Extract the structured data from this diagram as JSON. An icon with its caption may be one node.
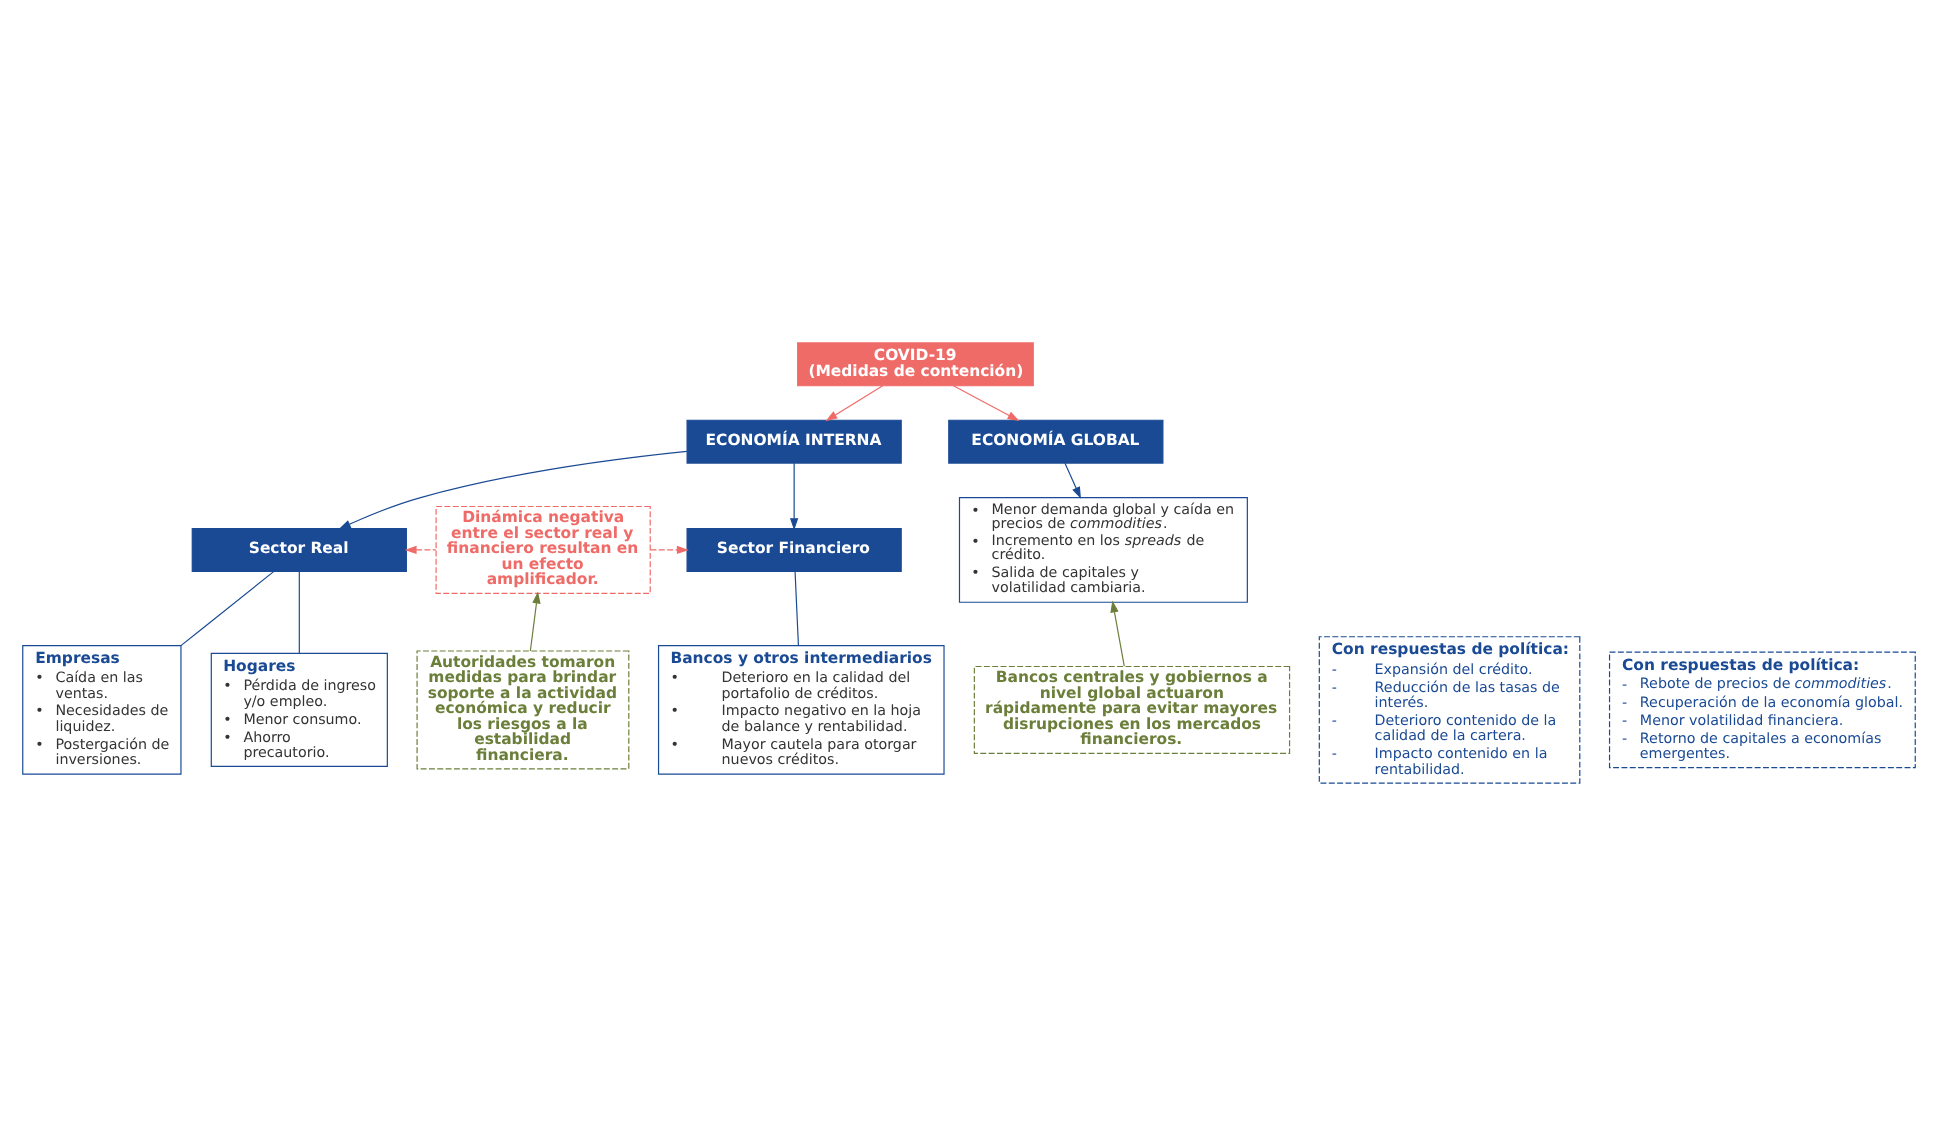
{
  "diagram": {
    "nodes": [
      {
        "text": [
          "COVID-19 (Medidas de contención)"
        ]
      },
      {
        "text": [
          "ECONOMÍA INTERNA"
        ]
      },
      {
        "text": [
          "ECONOMÍA GLOBAL"
        ]
      },
      {
        "text": [
          "Sector Real"
        ]
      },
      {
        "text": [
          "Hogares",
          "• Pérdida de ingreso y/o empleo.",
          "• Menor consumo.",
          "• Ahorro precautorio."
        ]
      },
      {
        "text": [
          "Empresas",
          "• Caída en las ventas.",
          "• Necesidades de liquidez.",
          "• Postergación de inversiones."
        ]
      },
      {
        "text": [
          "Dinámica negativa entre el sector real y financiero resultan en un efecto amplificador."
        ]
      },
      {
        "text": [
          "Autoridades tomaron medidas para brindar soporte a la actividad económica y reducir los riesgos a la estabilidad financiera."
        ]
      },
      {
        "text": [
          "Sector Financiero"
        ]
      },
      {
        "text": [
          "Bancos y otros intermediarios",
          "• Deterioro en la calidad del portafolio de créditos.",
          "• Impacto negativo en la hoja de balance y rentabilidad.",
          "• Mayor cautela para otorgar nuevos créditos."
        ]
      },
      {
        "text": [
          "Con respuestas de política:",
          "- Expansión del crédito.",
          "- Reducción de las tasas de interés.",
          "- Deterioro contenido de la calidad de la cartera.",
          "- Impacto contenido en la rentabilidad."
        ]
      },
      {
        "text": [
          "• Menor demanda global y caída en precios de *commodities*.",
          "• Incremento en los *spreads* de crédito.",
          "• Salida de capitales y volatilidad cambiaria."
        ]
      },
      {
        "text": [
          "Bancos centrales y gobiernos a nivel global actuaron rápidamente para evitar mayores disrupciones en los mercados financieros."
        ]
      },
      {
        "text": [
          "Con respuestas de política:",
          "- Rebote de precios de *commodities*.",
          "- Recuperación de la economía global.",
          "- Menor volatilidad financiera.",
          "- Retorno de capitales a economías emergentes."
        ]
      }
    ],
    "edges": [
      {
        "from": 0,
        "to": 1,
        "arrow": "to",
        "color": "#ef6b68"
      },
      {
        "from": 0,
        "to": 2,
        "arrow": "to",
        "color": "#ef6b68"
      },
      {
        "from": 1,
        "to": 3,
        "arrow": "to"
      },
      {
        "from": 1,
        "to": 8,
        "arrow": "to"
      },
      {
        "from": 6,
        "to": 3,
        "arrow": "to",
        "style": "dashed",
        "color": "#ef6b68"
      },
      {
        "from": 6,
        "to": 8,
        "arrow": "to",
        "style": "dashed",
        "color": "#ef6b68"
      },
      {
        "from": 7,
        "to": 6,
        "arrow": "to",
        "color": "#6b7f3a"
      },
      {
        "from": 3,
        "to": 4,
        "arrow": "none"
      },
      {
        "from": 3,
        "to": 5,
        "arrow": "none"
      },
      {
        "from": 8,
        "to": 9,
        "arrow": "none"
      },
      {
        "from": 2,
        "to": 11,
        "arrow": "to"
      },
      {
        "from": 12,
        "to": 11,
        "arrow": "to",
        "color": "#6b7f3a"
      }
    ]
  }
}
